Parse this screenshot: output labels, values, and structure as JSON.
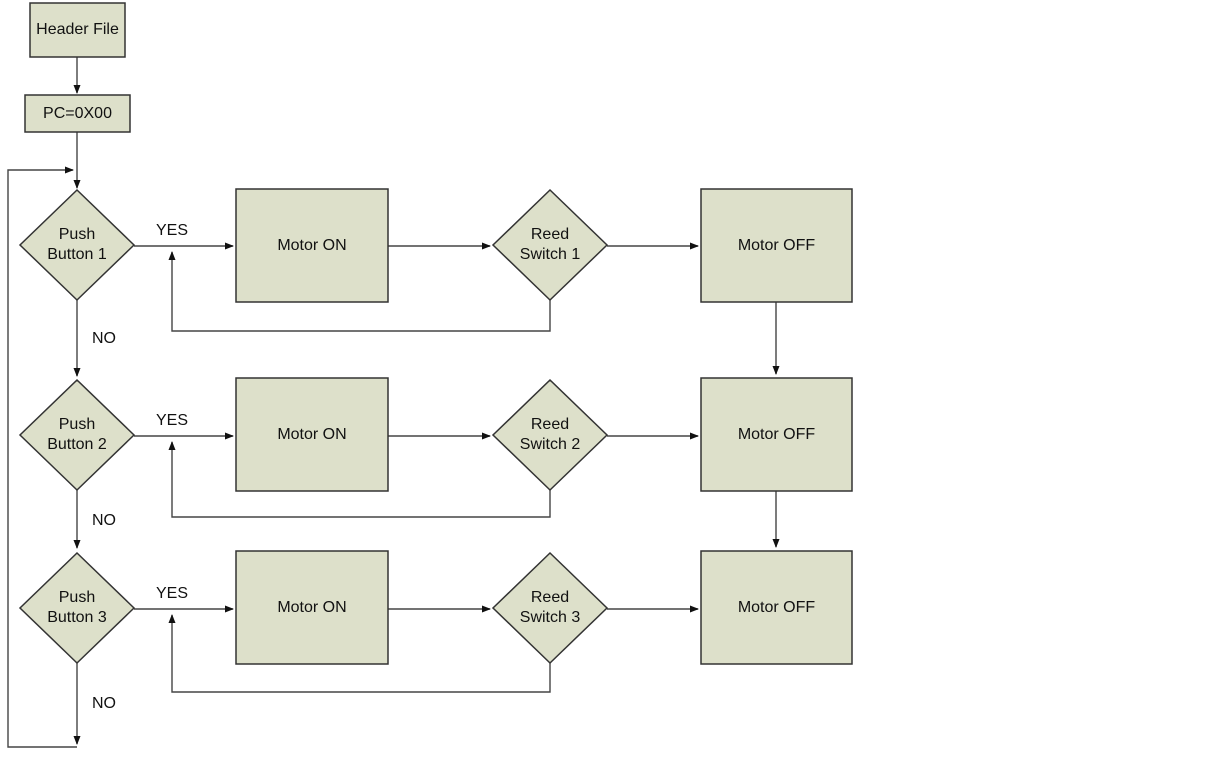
{
  "diagram": {
    "type": "flowchart",
    "description": "Microcontroller program flowchart: header file, PC init, then three push-button / motor / reed-switch loops",
    "colors": {
      "node_fill": "#dde0ca",
      "node_border": "#333333",
      "line_color": "#454545",
      "arrow_color": "#111111",
      "text_color": "#111111",
      "page_bg": "#ffffff"
    },
    "nodes": {
      "header": {
        "label": "Header File"
      },
      "pc": {
        "label": "PC=0X00"
      }
    },
    "rows": [
      {
        "push_button": "Push\nButton 1",
        "motor_on": "Motor ON",
        "reed_switch": "Reed\nSwitch 1",
        "motor_off": "Motor OFF",
        "yes": "YES",
        "no": "NO"
      },
      {
        "push_button": "Push\nButton 2",
        "motor_on": "Motor ON",
        "reed_switch": "Reed\nSwitch 2",
        "motor_off": "Motor OFF",
        "yes": "YES",
        "no": "NO"
      },
      {
        "push_button": "Push\nButton 3",
        "motor_on": "Motor ON",
        "reed_switch": "Reed\nSwitch 3",
        "motor_off": "Motor OFF",
        "yes": "YES",
        "no": "NO"
      }
    ]
  }
}
